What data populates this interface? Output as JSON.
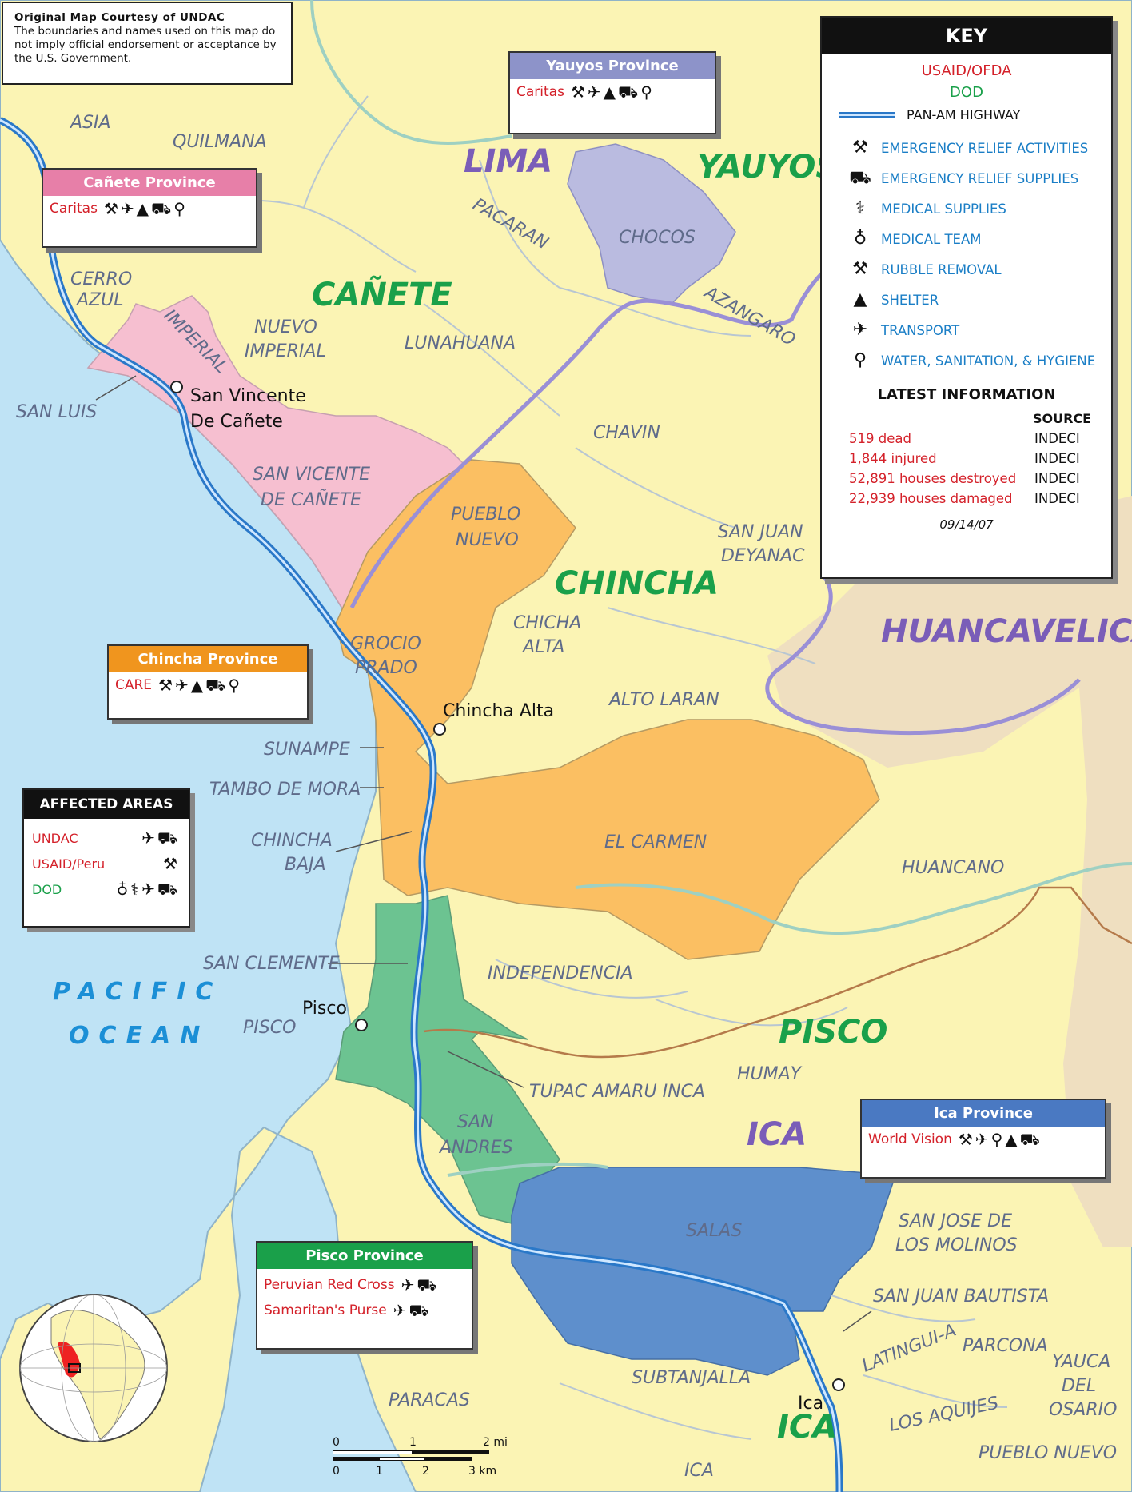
{
  "note": {
    "title": "Original Map Courtesy of UNDAC",
    "text": "The boundaries and names used on this map do not imply official endorsement or acceptance by the U.S. Government."
  },
  "departments": {
    "lima": "LIMA",
    "yauyos": "YAUYOS",
    "canete": "CAÑETE",
    "chincha": "CHINCHA",
    "huancavelica": "HUANCAVELICA",
    "pisco": "PISCO",
    "ica": "ICA",
    "ica_south": "ICA"
  },
  "ocean": {
    "line1": "PACIFIC",
    "line2": "OCEAN"
  },
  "places": {
    "asia": "ASIA",
    "quilmana": "QUILMANA",
    "pacaran": "PACARAN",
    "chocos": "CHOCOS",
    "azangaro": "AZANGARO",
    "cerro1": "CERRO",
    "cerro2": "AZUL",
    "imperial": "IMPERIAL",
    "nuevo_imp1": "NUEVO",
    "nuevo_imp2": "IMPERIAL",
    "lunahuana": "LUNAHUANA",
    "san_luis": "SAN LUIS",
    "svc1": "SAN VICENTE",
    "svc2": "DE CAÑETE",
    "chavin": "CHAVIN",
    "pueblo1": "PUEBLO",
    "pueblo2": "NUEVO",
    "sjd1": "SAN JUAN",
    "sjd2": "DEYANAC",
    "chicha1": "CHICHA",
    "chicha2": "ALTA",
    "grocio1": "GROCIO",
    "grocio2": "PRADO",
    "alto_laran": "ALTO LARAN",
    "sunampe": "SUNAMPE",
    "tambo": "TAMBO DE MORA",
    "cb1": "CHINCHA",
    "cb2": "BAJA",
    "el_carmen": "EL CARMEN",
    "huancano": "HUANCANO",
    "san_clemente": "SAN CLEMENTE",
    "independencia": "INDEPENDENCIA",
    "pisco_d": "PISCO",
    "humay": "HUMAY",
    "tupac": "TUPAC AMARU INCA",
    "sa1": "SAN",
    "sa2": "ANDRES",
    "salas": "SALAS",
    "sjm1": "SAN JOSE DE",
    "sjm2": "LOS MOLINOS",
    "sjb": "SAN JUAN BAUTISTA",
    "latingui": "LATINGUI-A",
    "parcona": "PARCONA",
    "yauca1": "YAUCA",
    "yauca2": "DEL",
    "yauca3": "OSARIO",
    "subtanjalla": "SUBTANJALLA",
    "paracas": "PARACAS",
    "aquijes": "LOS AQUIJES",
    "pueblo_nuevo_s": "PUEBLO NUEVO",
    "ica_d": "ICA"
  },
  "cities": {
    "svc1": "San Vincente",
    "svc2": "De Cañete",
    "chincha_alta": "Chincha Alta",
    "pisco": "Pisco",
    "ica": "Ica"
  },
  "provinces": {
    "yauyos": {
      "title": "Yauyos Province",
      "org": "Caritas",
      "color": "#8d93c9"
    },
    "canete": {
      "title": "Cañete Province",
      "org": "Caritas",
      "color": "#e77fa8"
    },
    "chincha": {
      "title": "Chincha Province",
      "org": "CARE",
      "color": "#f0951e"
    },
    "ica": {
      "title": "Ica Province",
      "org": "World Vision",
      "color": "#4a79c2"
    },
    "pisco": {
      "title": "Pisco Province",
      "org1": "Peruvian Red Cross",
      "org2": "Samaritan's Purse",
      "color": "#1aa04a"
    }
  },
  "key": {
    "title": "KEY",
    "org1": "USAID/OFDA",
    "org2": "DOD",
    "highway": "PAN-AM HIGHWAY",
    "items": [
      {
        "icon": "wrench-icon",
        "label": "EMERGENCY RELIEF ACTIVITIES"
      },
      {
        "icon": "truck-icon",
        "label": "EMERGENCY RELIEF SUPPLIES"
      },
      {
        "icon": "caduceus-icon",
        "label": "MEDICAL SUPPLIES"
      },
      {
        "icon": "stethoscope-icon",
        "label": "MEDICAL TEAM"
      },
      {
        "icon": "rubble-icon",
        "label": "RUBBLE REMOVAL"
      },
      {
        "icon": "tent-icon",
        "label": "SHELTER"
      },
      {
        "icon": "airplane-icon",
        "label": "TRANSPORT"
      },
      {
        "icon": "faucet-icon",
        "label": "WATER, SANITATION, & HYGIENE"
      }
    ],
    "latest_title": "LATEST INFORMATION",
    "source_label": "SOURCE",
    "stats": [
      {
        "value": "519 dead",
        "source": "INDECI"
      },
      {
        "value": "1,844 injured",
        "source": "INDECI"
      },
      {
        "value": "52,891 houses destroyed",
        "source": "INDECI"
      },
      {
        "value": "22,939 houses damaged",
        "source": "INDECI"
      }
    ],
    "date": "09/14/07"
  },
  "affected": {
    "title": "AFFECTED AREAS",
    "rows": [
      {
        "org": "UNDAC",
        "color": "#d4212a"
      },
      {
        "org": "USAID/Peru",
        "color": "#d4212a"
      },
      {
        "org": "DOD",
        "color": "#1aa04a"
      }
    ]
  },
  "scale": {
    "mi": [
      "0",
      "1",
      "2 mi"
    ],
    "km": [
      "0",
      "1",
      "2",
      "3 km"
    ]
  },
  "colors": {
    "ocean": "#bfe3f5",
    "land": "#fbf4b4",
    "huancavelica": "#efdfc0",
    "canete": "#f6bfd0",
    "chincha": "#fbbf62",
    "pisco": "#6cc391",
    "ica": "#5e8fcc",
    "chocos": "#babbe0",
    "dept_border": "#9a8fd6",
    "highway": "#2a78c8"
  }
}
